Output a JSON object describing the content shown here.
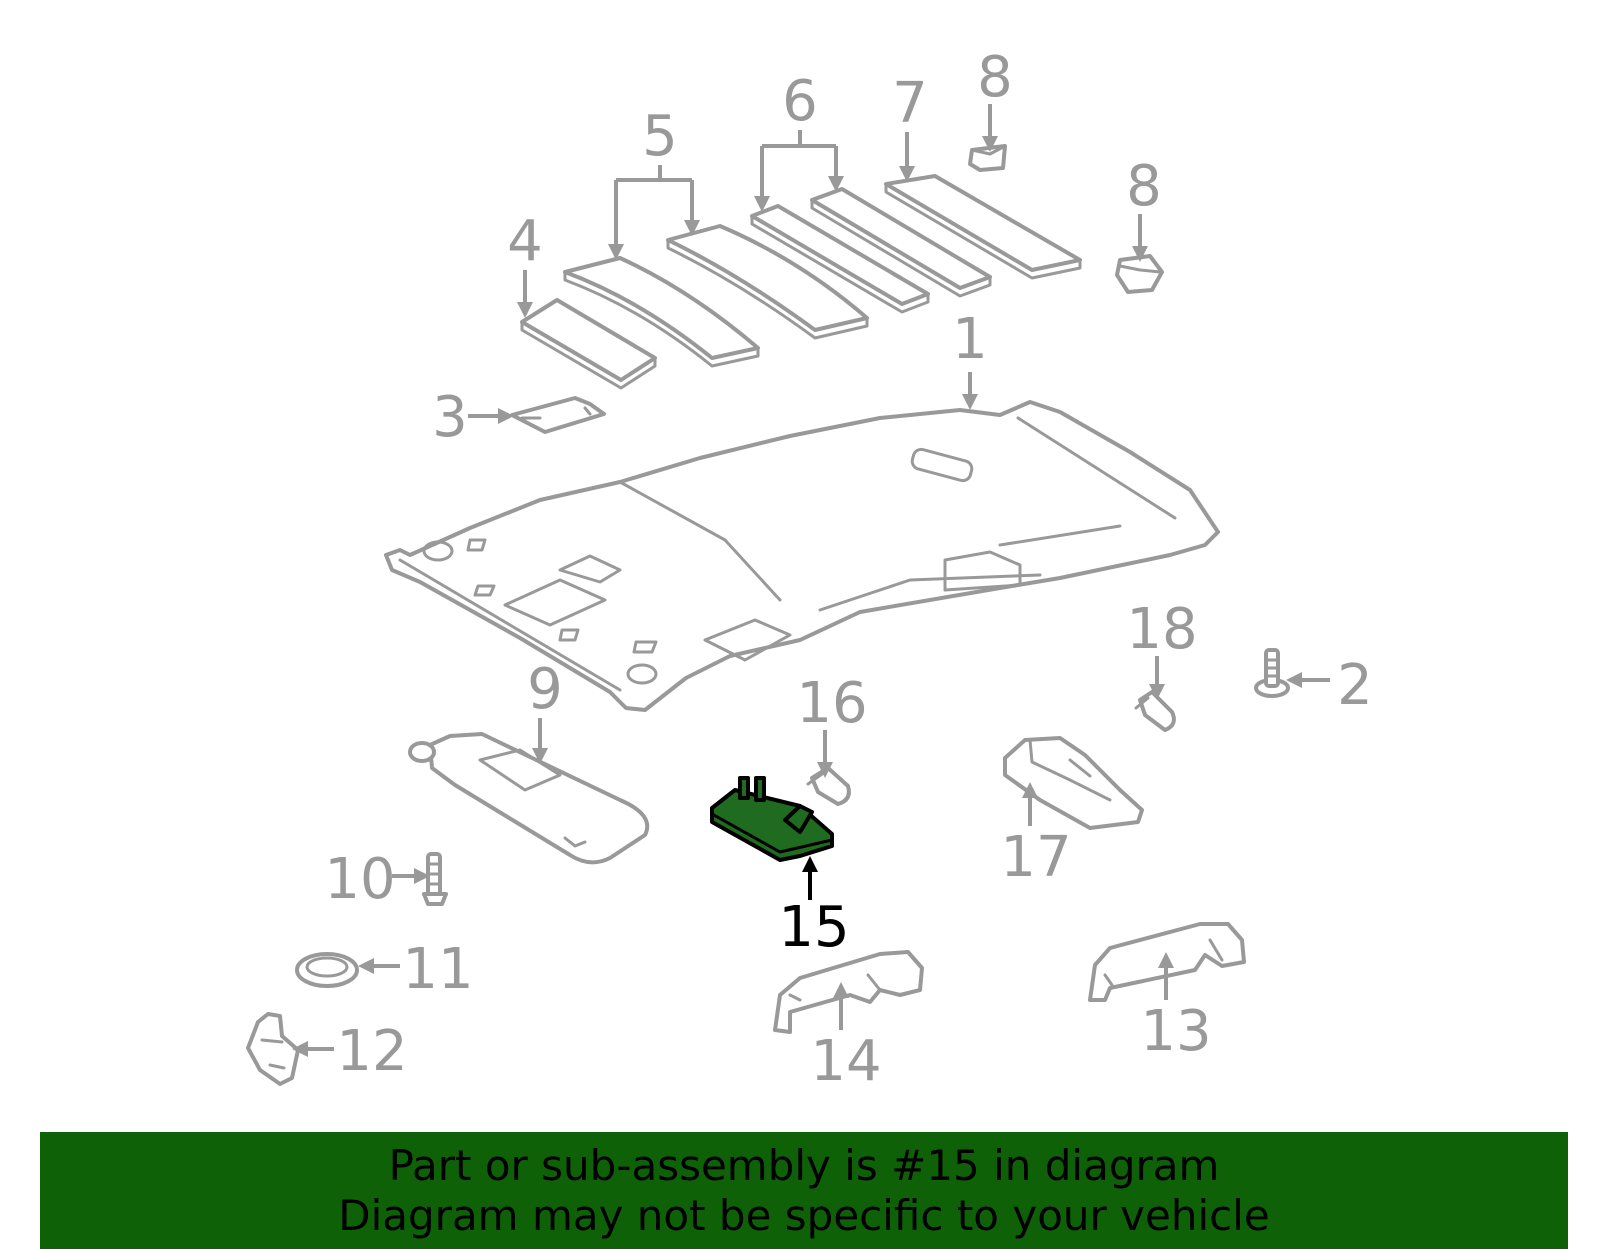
{
  "callouts": {
    "c1": "1",
    "c2": "2",
    "c3": "3",
    "c4": "4",
    "c5": "5",
    "c6": "6",
    "c7": "7",
    "c8a": "8",
    "c8b": "8",
    "c9": "9",
    "c10": "10",
    "c11": "11",
    "c12": "12",
    "c13": "13",
    "c14": "14",
    "c15": "15",
    "c16": "16",
    "c17": "17",
    "c18": "18"
  },
  "highlighted_part": "15",
  "colors": {
    "highlight": "#1f6b1f",
    "banner": "#0f6108",
    "line": "#999999"
  },
  "banner": {
    "line1": "Part or sub-assembly is #15 in diagram",
    "line2": "Diagram may not be specific to your vehicle"
  }
}
